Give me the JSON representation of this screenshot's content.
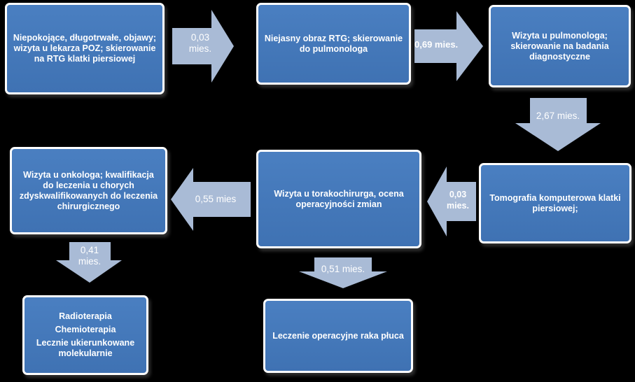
{
  "colors": {
    "box_fill": "#4675b8",
    "box_border": "#ffffff",
    "arrow_fill": "#a9bbd6",
    "background": "#000000"
  },
  "boxes": {
    "b1": "Niepokojące, długotrwałe, objawy; wizyta u lekarza POZ; skierowanie na RTG klatki piersiowej",
    "b2": "Niejasny obraz RTG; skierowanie do pulmonologa",
    "b3": "Wizyta u pulmonologa; skierowanie na badania diagnostyczne",
    "b4": "Tomografia komputerowa klatki piersiowej;",
    "b5": "Wizyta u torakochirurga, ocena operacyjności zmian",
    "b6": "Wizyta u onkologa; kwalifikacja do leczenia u chorych zdyskwalifikowanych do leczenia chirurgicznego",
    "b7": [
      "Radioterapia",
      "Chemioterapia",
      "Lecznie ukierunkowane molekularnie"
    ],
    "b8": "Leczenie operacyjne raka płuca"
  },
  "arrows": {
    "a1": "0,03 mies.",
    "a2": "0,69 mies.",
    "a3": "2,67 mies.",
    "a4": "0,03 mies.",
    "a5": "0,55 mies",
    "a6": "0,41 mies.",
    "a7": "0,51 mies."
  }
}
